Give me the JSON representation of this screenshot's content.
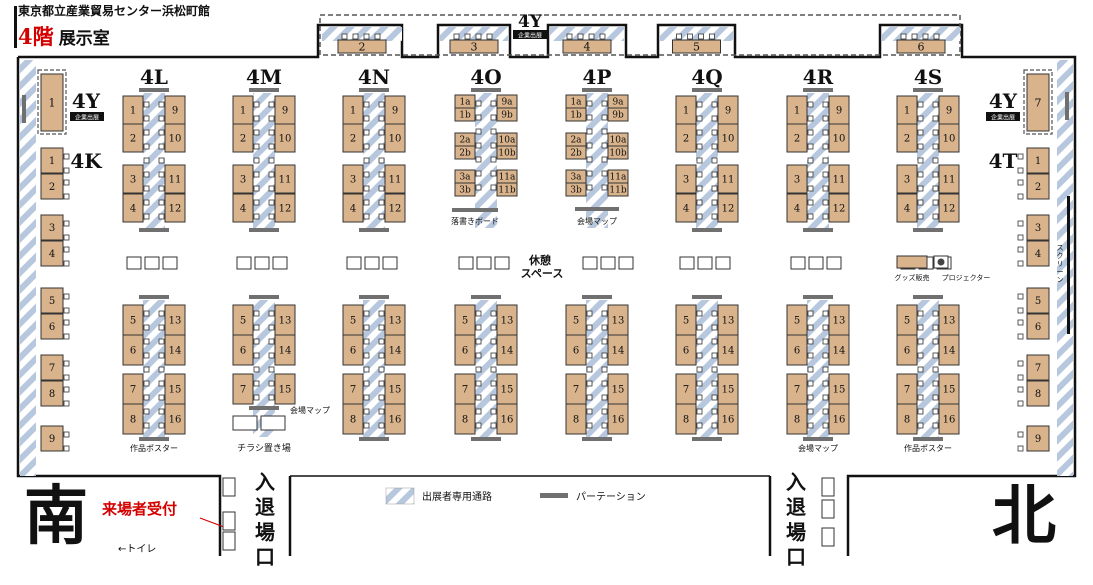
{
  "header": {
    "venue": "東京都立産業貿易センター浜松町館",
    "floor": "4階",
    "room": "展示室"
  },
  "islands": {
    "top_labels": [
      "4L",
      "4M",
      "4N",
      "4O",
      "4P",
      "4Q",
      "4R",
      "4S"
    ],
    "standard_left": [
      "1",
      "2",
      "3",
      "4"
    ],
    "standard_right": [
      "9",
      "10",
      "11",
      "12"
    ],
    "o_p_left": [
      "1a",
      "1b",
      "2a",
      "2b",
      "3a",
      "3b"
    ],
    "o_p_right": [
      "9a",
      "9b",
      "10a",
      "10b",
      "11a",
      "11b"
    ],
    "bottom_left": [
      "5",
      "6",
      "7",
      "8"
    ],
    "bottom_right": [
      "13",
      "14",
      "15",
      "16"
    ],
    "bottom_left_short": [
      "5",
      "6",
      "7"
    ],
    "bottom_right_short": [
      "13",
      "14",
      "15"
    ]
  },
  "walls": {
    "left_label_top": "4Y",
    "left_label_2": "4K",
    "right_label_top": "4Y",
    "right_label_2": "4T",
    "left_booths": [
      "1",
      "2",
      "3",
      "4",
      "5",
      "6",
      "7",
      "8",
      "9"
    ],
    "right_booths": [
      "1",
      "2",
      "3",
      "4",
      "5",
      "6",
      "7",
      "8",
      "9"
    ],
    "left_4y_booth": "1",
    "right_4y_booth": "7",
    "corporate_tag": "企業出展"
  },
  "top_area": {
    "label": "4Y",
    "tag": "企業出展",
    "booths": [
      "2",
      "3",
      "4",
      "5",
      "6"
    ]
  },
  "labels": {
    "rakugaki": "落書きボード",
    "venue_map": "会場マップ",
    "rest_line1": "休憩",
    "rest_line2": "スペース",
    "goods": "グッズ販売",
    "projector": "プロジェクター",
    "screen": "スクリーン",
    "poster": "作品ポスター",
    "flyer": "チラシ置き場"
  },
  "legend": {
    "passage": "出展者専用通路",
    "partition": "パーテーション"
  },
  "directions": {
    "south": "南",
    "north": "北"
  },
  "reception": "来場者受付",
  "toilet": "←トイレ",
  "entrance_chars": [
    "入",
    "退",
    "場",
    "口"
  ],
  "colors": {
    "booth": "#d9b38c",
    "accent": "#d40000",
    "stripe": "#9bb3cf",
    "partition": "#707070"
  }
}
